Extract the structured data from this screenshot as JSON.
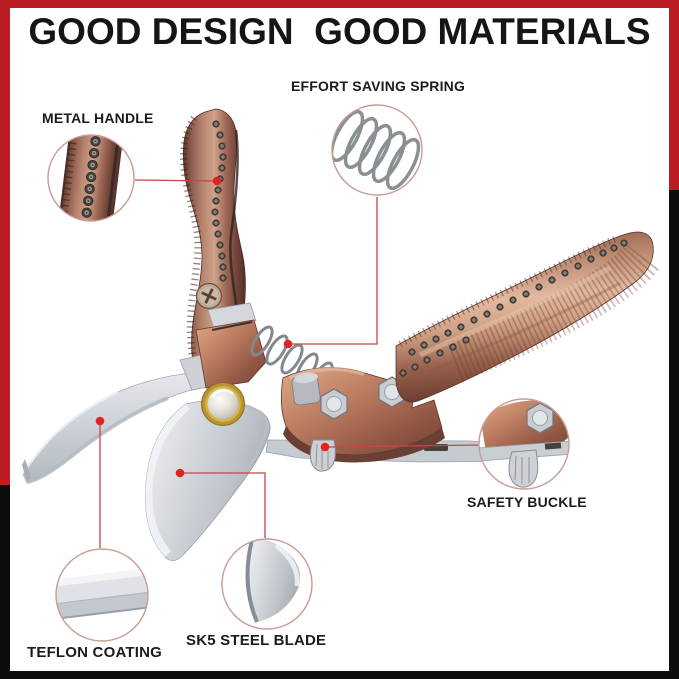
{
  "title": {
    "text": "GOOD DESIGN  GOOD MATERIALS"
  },
  "labels": {
    "metal_handle": "METAL HANDLE",
    "effort_saving_spring": "EFFORT SAVING SPRING",
    "safety_buckle": "SAFETY BUCKLE",
    "teflon_coating": "TEFLON COATING",
    "sk5_steel_blade": "SK5 STEEL BLADE"
  },
  "product": {
    "subject": "copper garden pruning shears with five zoom callouts",
    "colors": {
      "copper_mid": "#b5826d",
      "copper_light": "#e2b99f",
      "copper_dark": "#6e4237",
      "blade_silver": "#ccd1d7",
      "gold_pivot": "#b8952e",
      "spring_silver": "#babec3"
    }
  },
  "theme": {
    "border_red": "#bb1d23",
    "border_black": "#0d0d0d",
    "title_color": "#151515",
    "label_color": "#1b1b1b",
    "callout_line": "#c04848",
    "callout_dot": "#e32222",
    "circle_stroke": "#c79c95"
  }
}
